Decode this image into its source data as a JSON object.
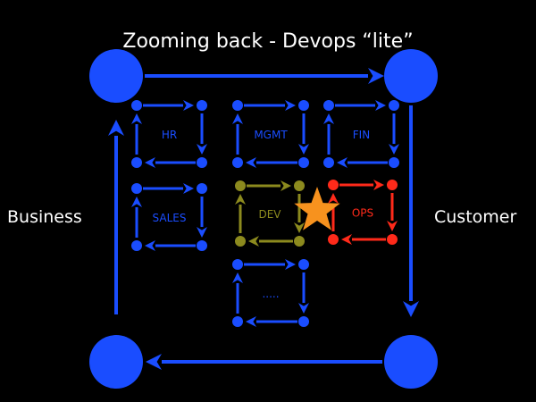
{
  "title": "Zooming back - Devops “lite”",
  "left_label": "Business",
  "right_label": "Customer",
  "colors": {
    "blue": "#1a4dff",
    "dev": "#8c8a1e",
    "ops": "#ff2a1a",
    "star": "#f7921e",
    "background": "#000000"
  },
  "loops": [
    {
      "label": "HR",
      "color": "blue"
    },
    {
      "label": "MGMT",
      "color": "blue"
    },
    {
      "label": "FIN",
      "color": "blue"
    },
    {
      "label": "SALES",
      "color": "blue"
    },
    {
      "label": "DEV",
      "color": "dev"
    },
    {
      "label": "OPS",
      "color": "ops"
    },
    {
      "label": ".....",
      "color": "blue"
    }
  ],
  "highlight_icon": "star-icon"
}
